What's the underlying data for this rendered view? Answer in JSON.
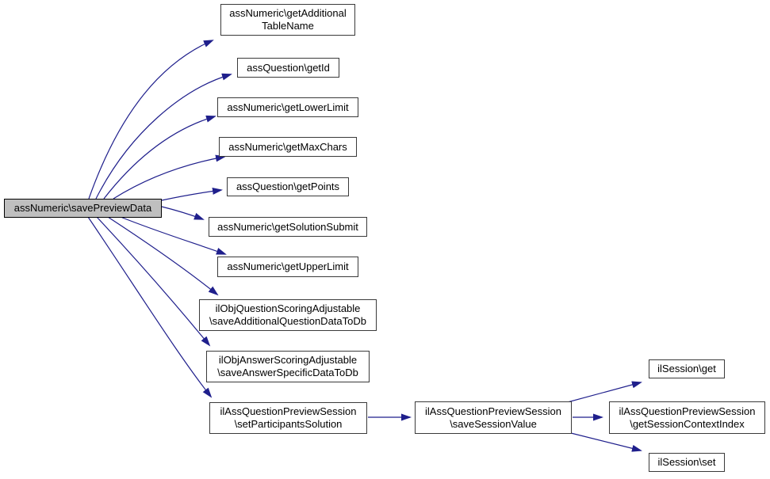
{
  "diagram": {
    "type": "call-graph",
    "direction": "left-to-right",
    "colors": {
      "edge": "#1f1f8c",
      "node_border": "#3a3a3a",
      "node_fill": "#ffffff",
      "highlight_fill": "#bfbfbf",
      "text": "#000000",
      "background": "#ffffff"
    },
    "nodes": {
      "main": {
        "label": "assNumeric\\savePreviewData",
        "highlighted": true
      },
      "addTable": {
        "label": "assNumeric\\getAdditional\nTableName"
      },
      "getId": {
        "label": "assQuestion\\getId"
      },
      "lowerLimit": {
        "label": "assNumeric\\getLowerLimit"
      },
      "maxChars": {
        "label": "assNumeric\\getMaxChars"
      },
      "getPoints": {
        "label": "assQuestion\\getPoints"
      },
      "solutionSub": {
        "label": "assNumeric\\getSolutionSubmit"
      },
      "upperLimit": {
        "label": "assNumeric\\getUpperLimit"
      },
      "saveAddQData": {
        "label": "ilObjQuestionScoringAdjustable\n\\saveAdditionalQuestionDataToDb"
      },
      "saveAnsData": {
        "label": "ilObjAnswerScoringAdjustable\n\\saveAnswerSpecificDataToDb"
      },
      "setPartSol": {
        "label": "ilAssQuestionPreviewSession\n\\setParticipantsSolution"
      },
      "saveSessVal": {
        "label": "ilAssQuestionPreviewSession\n\\saveSessionValue"
      },
      "sessGet": {
        "label": "ilSession\\get"
      },
      "ctxIndex": {
        "label": "ilAssQuestionPreviewSession\n\\getSessionContextIndex"
      },
      "sessSet": {
        "label": "ilSession\\set"
      }
    },
    "edges": [
      {
        "from": "main",
        "to": "addTable"
      },
      {
        "from": "main",
        "to": "getId"
      },
      {
        "from": "main",
        "to": "lowerLimit"
      },
      {
        "from": "main",
        "to": "maxChars"
      },
      {
        "from": "main",
        "to": "getPoints"
      },
      {
        "from": "main",
        "to": "solutionSub"
      },
      {
        "from": "main",
        "to": "upperLimit"
      },
      {
        "from": "main",
        "to": "saveAddQData"
      },
      {
        "from": "main",
        "to": "saveAnsData"
      },
      {
        "from": "main",
        "to": "setPartSol"
      },
      {
        "from": "setPartSol",
        "to": "saveSessVal"
      },
      {
        "from": "saveSessVal",
        "to": "sessGet"
      },
      {
        "from": "saveSessVal",
        "to": "ctxIndex"
      },
      {
        "from": "saveSessVal",
        "to": "sessSet"
      }
    ]
  }
}
